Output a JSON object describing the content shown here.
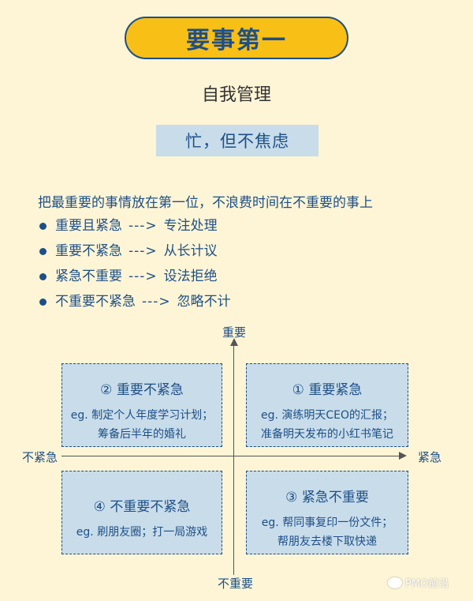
{
  "title": "要事第一",
  "subtitle": "自我管理",
  "motto": "忙，但不焦虑",
  "intro": "把最重要的事情放在第一位，不浪费时间在不重要的事上",
  "bullets": [
    {
      "item": "重要且紧急",
      "arrow": "--->",
      "action": "专注处理"
    },
    {
      "item": "重要不紧急",
      "arrow": "--->",
      "action": "从长计议"
    },
    {
      "item": "紧急不重要",
      "arrow": "--->",
      "action": "设法拒绝"
    },
    {
      "item": "不重要不紧急",
      "arrow": "--->",
      "action": "忽略不计"
    }
  ],
  "axes": {
    "top": "重要",
    "bottom": "不重要",
    "left": "不紧急",
    "right": "紧急"
  },
  "quadrants": {
    "q2": {
      "title": "② 重要不紧急",
      "line1": "eg. 制定个人年度学习计划；",
      "line2": "筹备后半年的婚礼"
    },
    "q1": {
      "title": "① 重要紧急",
      "line1": "eg. 演练明天CEO的汇报；",
      "line2": "准备明天发布的小红书笔记"
    },
    "q4": {
      "title": "④ 不重要不紧急",
      "line1": "eg. 刷朋友圈；打一局游戏",
      "line2": ""
    },
    "q3": {
      "title": "③ 紧急不重要",
      "line1": "eg. 帮同事复印一份文件；",
      "line2": "帮朋友去楼下取快递"
    }
  },
  "watermark": "PMO前沿",
  "colors": {
    "background": "#fdf5d6",
    "pill": "#f8bf16",
    "accent": "#1e4f86",
    "box": "#c8dcea"
  }
}
